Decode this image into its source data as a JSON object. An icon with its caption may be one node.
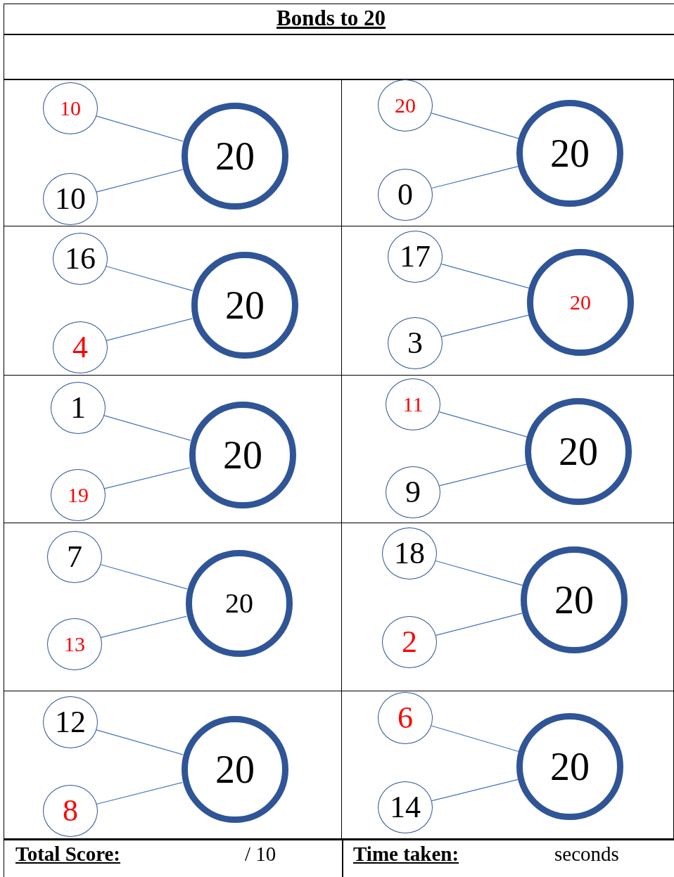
{
  "diagram": {
    "title": "Bonds to 20",
    "nodes": [
      {
        "text": [],
        "shape": "box"
      },
      {
        "text": [
          "10"
        ],
        "in": 0
      },
      {
        "text": [
          "10"
        ],
        "in": 0
      },
      {
        "text": [
          "20"
        ],
        "in": 0
      },
      {
        "text": [],
        "shape": "box"
      },
      {
        "text": [
          "20"
        ],
        "in": 4
      },
      {
        "text": [
          "0"
        ],
        "in": 4
      },
      {
        "text": [
          "20"
        ],
        "in": 4
      },
      {
        "text": [],
        "shape": "box"
      },
      {
        "text": [
          "16"
        ],
        "in": 8
      },
      {
        "text": [
          "4"
        ],
        "in": 8
      },
      {
        "text": [
          "20"
        ],
        "in": 8
      },
      {
        "text": [],
        "shape": "box"
      },
      {
        "text": [
          "17"
        ],
        "in": 12
      },
      {
        "text": [
          "3"
        ],
        "in": 12
      },
      {
        "text": [
          "20"
        ],
        "in": 12
      },
      {
        "text": [],
        "shape": "box"
      },
      {
        "text": [
          "1"
        ],
        "in": 16
      },
      {
        "text": [
          "19"
        ],
        "in": 16
      },
      {
        "text": [
          "20"
        ],
        "in": 16
      },
      {
        "text": [],
        "shape": "box"
      },
      {
        "text": [
          "11"
        ],
        "in": 20
      },
      {
        "text": [
          "9"
        ],
        "in": 20
      },
      {
        "text": [
          "20"
        ],
        "in": 20
      },
      {
        "text": [],
        "shape": "box"
      },
      {
        "text": [
          "7"
        ],
        "in": 24
      },
      {
        "text": [
          "13"
        ],
        "in": 24
      },
      {
        "text": [
          "20"
        ],
        "in": 24
      },
      {
        "text": [],
        "shape": "box"
      },
      {
        "text": [
          "18"
        ],
        "in": 28
      },
      {
        "text": [
          "2"
        ],
        "in": 28
      },
      {
        "text": [
          "20"
        ],
        "in": 28
      },
      {
        "text": [],
        "shape": "box"
      },
      {
        "text": [
          "12"
        ],
        "in": 32
      },
      {
        "text": [
          "8"
        ],
        "in": 32
      },
      {
        "text": [
          "20"
        ],
        "in": 32
      },
      {
        "text": [],
        "shape": "box"
      },
      {
        "text": [
          "6"
        ],
        "in": 36
      },
      {
        "text": [
          "14"
        ],
        "in": 36
      },
      {
        "text": [
          "20"
        ],
        "in": 36
      }
    ],
    "edges": [
      {
        "from": 1,
        "to": 3,
        "arrow": "none"
      },
      {
        "from": 2,
        "to": 3,
        "arrow": "none"
      },
      {
        "from": 5,
        "to": 7,
        "arrow": "none"
      },
      {
        "from": 6,
        "to": 7,
        "arrow": "none"
      },
      {
        "from": 9,
        "to": 11,
        "arrow": "none"
      },
      {
        "from": 10,
        "to": 11,
        "arrow": "none"
      },
      {
        "from": 13,
        "to": 15,
        "arrow": "none"
      },
      {
        "from": 14,
        "to": 15,
        "arrow": "none"
      },
      {
        "from": 17,
        "to": 19,
        "arrow": "none"
      },
      {
        "from": 18,
        "to": 19,
        "arrow": "none"
      },
      {
        "from": 21,
        "to": 23,
        "arrow": "none"
      },
      {
        "from": 22,
        "to": 23,
        "arrow": "none"
      },
      {
        "from": 25,
        "to": 27,
        "arrow": "none"
      },
      {
        "from": 26,
        "to": 27,
        "arrow": "none"
      },
      {
        "from": 29,
        "to": 31,
        "arrow": "none"
      },
      {
        "from": 30,
        "to": 31,
        "arrow": "none"
      },
      {
        "from": 33,
        "to": 35,
        "arrow": "none"
      },
      {
        "from": 34,
        "to": 35,
        "arrow": "none"
      },
      {
        "from": 37,
        "to": 39,
        "arrow": "none"
      },
      {
        "from": 38,
        "to": 39,
        "arrow": "none"
      }
    ],
    "labels": [
      "Total Score:",
      "/ 10",
      "Time taken:",
      "seconds"
    ]
  }
}
